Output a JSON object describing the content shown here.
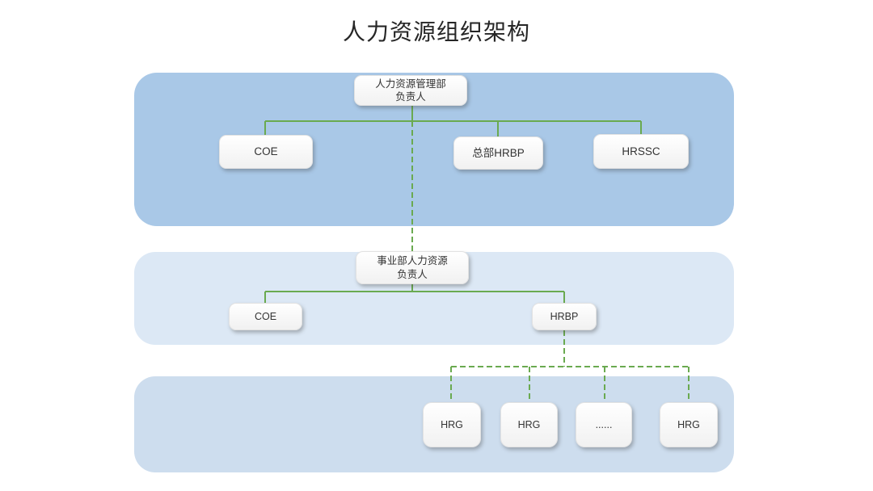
{
  "title": "人力资源组织架构",
  "colors": {
    "band1": "#a9c8e7",
    "band2": "#dce8f5",
    "band3": "#cdddee",
    "connector": "#6aaa50"
  },
  "diagram": {
    "level1": {
      "root": {
        "line1": "人力资源管理部",
        "line2": "负责人"
      },
      "children": [
        {
          "label": "COE"
        },
        {
          "label": "总部HRBP"
        },
        {
          "label": "HRSSC"
        }
      ]
    },
    "level2": {
      "root": {
        "line1": "事业部人力资源",
        "line2": "负责人"
      },
      "children": [
        {
          "label": "COE"
        },
        {
          "label": "HRBP"
        }
      ]
    },
    "level3": {
      "children": [
        {
          "label": "HRG"
        },
        {
          "label": "HRG"
        },
        {
          "label": "......"
        },
        {
          "label": "HRG"
        }
      ]
    }
  }
}
